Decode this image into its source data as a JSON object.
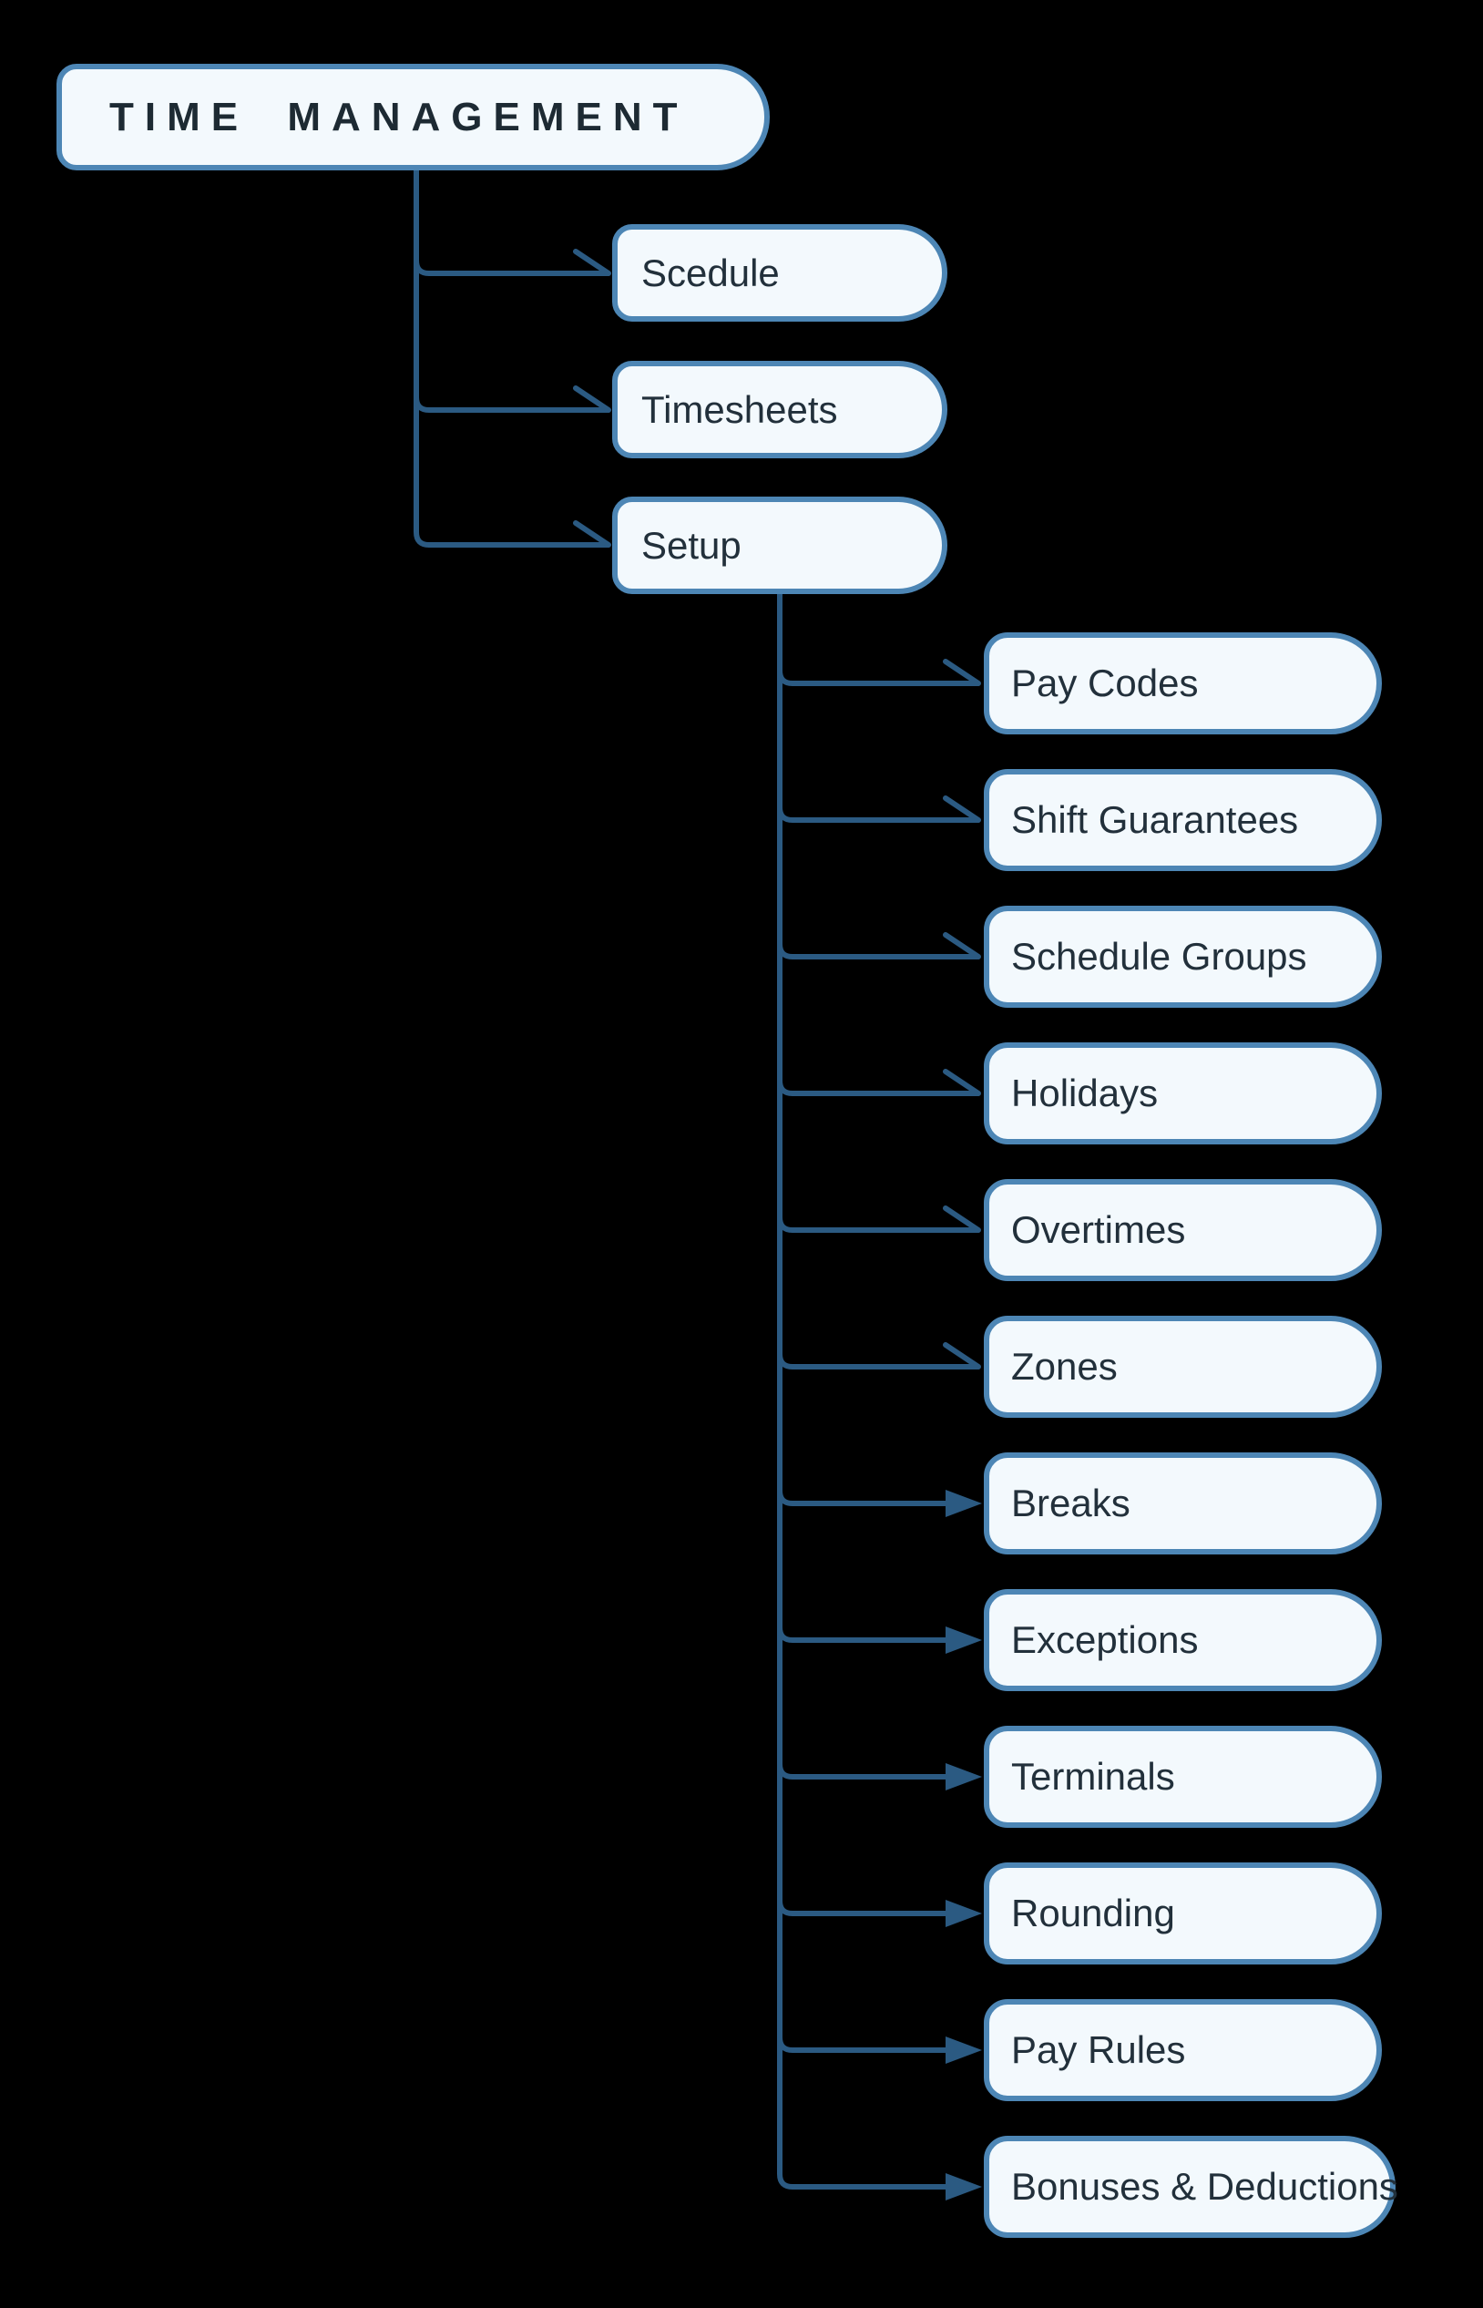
{
  "diagram": {
    "root": {
      "label": "TIME MANAGEMENT"
    },
    "level1": [
      {
        "label": "Scedule"
      },
      {
        "label": "Timesheets"
      },
      {
        "label": "Setup"
      }
    ],
    "level2": [
      {
        "label": "Pay Codes"
      },
      {
        "label": "Shift Guarantees"
      },
      {
        "label": "Schedule Groups"
      },
      {
        "label": "Holidays"
      },
      {
        "label": "Overtimes"
      },
      {
        "label": "Zones"
      },
      {
        "label": "Breaks"
      },
      {
        "label": "Exceptions"
      },
      {
        "label": "Terminals"
      },
      {
        "label": "Rounding"
      },
      {
        "label": "Pay Rules"
      },
      {
        "label": "Bonuses & Deductions"
      }
    ],
    "colors": {
      "background": "#000000",
      "node_fill": "#f3f9fd",
      "node_border": "#4d86b5",
      "connector": "#2b5a82",
      "text": "#22303b"
    }
  }
}
